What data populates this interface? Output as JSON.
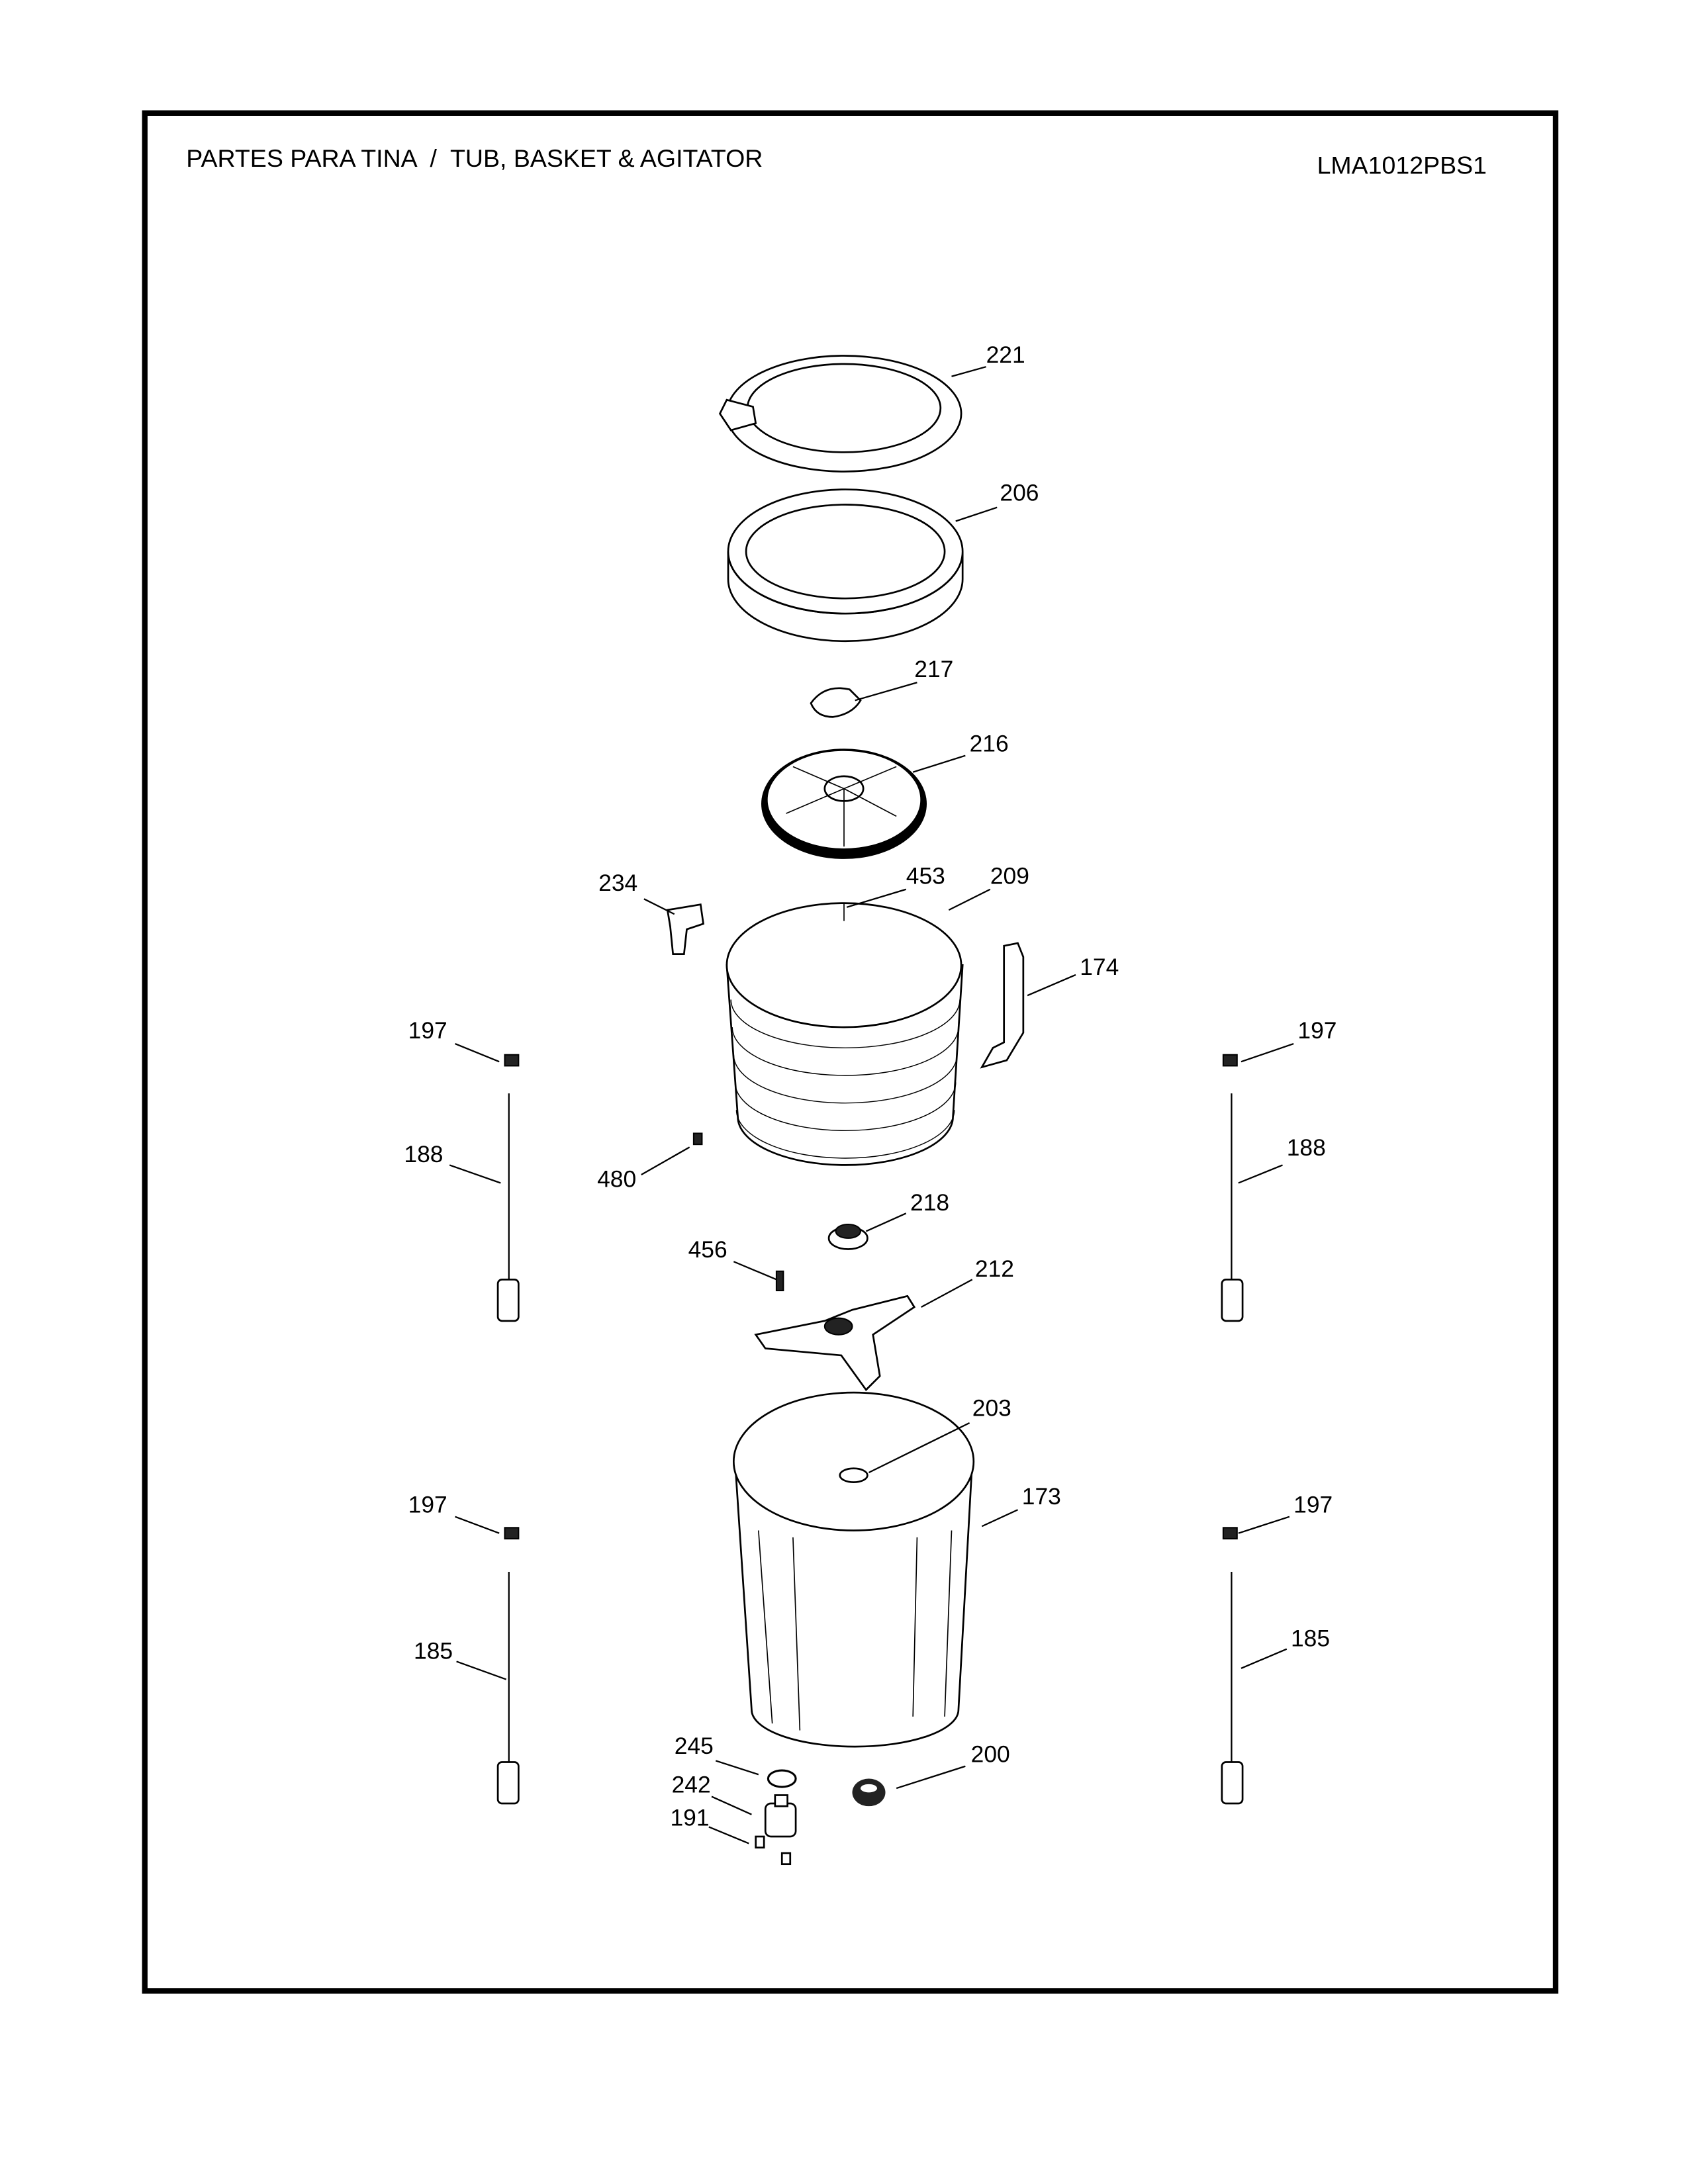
{
  "header": {
    "title": "PARTES PARA TINA  /  TUB, BASKET & AGITATOR",
    "model": "LMA1012PBS1"
  },
  "callouts": [
    {
      "label": "221",
      "part": "tub-cover"
    },
    {
      "label": "206",
      "part": "balance-ring"
    },
    {
      "label": "217",
      "part": "agitator-cap"
    },
    {
      "label": "216",
      "part": "pulsator"
    },
    {
      "label": "453",
      "part": "screw"
    },
    {
      "label": "209",
      "part": "basket"
    },
    {
      "label": "234",
      "part": "filter"
    },
    {
      "label": "174",
      "part": "drain-hose-guide"
    },
    {
      "label": "197",
      "part": "suspension-cap"
    },
    {
      "label": "197",
      "part": "suspension-cap"
    },
    {
      "label": "188",
      "part": "suspension-rod"
    },
    {
      "label": "188",
      "part": "suspension-rod"
    },
    {
      "label": "480",
      "part": "screw"
    },
    {
      "label": "218",
      "part": "hub-nut"
    },
    {
      "label": "456",
      "part": "bolt"
    },
    {
      "label": "212",
      "part": "basket-flange"
    },
    {
      "label": "203",
      "part": "tub-seal"
    },
    {
      "label": "173",
      "part": "outer-tub"
    },
    {
      "label": "197",
      "part": "suspension-cap"
    },
    {
      "label": "197",
      "part": "suspension-cap"
    },
    {
      "label": "185",
      "part": "suspension-rod"
    },
    {
      "label": "185",
      "part": "suspension-rod"
    },
    {
      "label": "245",
      "part": "o-ring"
    },
    {
      "label": "200",
      "part": "bearing-seal"
    },
    {
      "label": "242",
      "part": "drain-valve"
    },
    {
      "label": "191",
      "part": "clip"
    }
  ]
}
